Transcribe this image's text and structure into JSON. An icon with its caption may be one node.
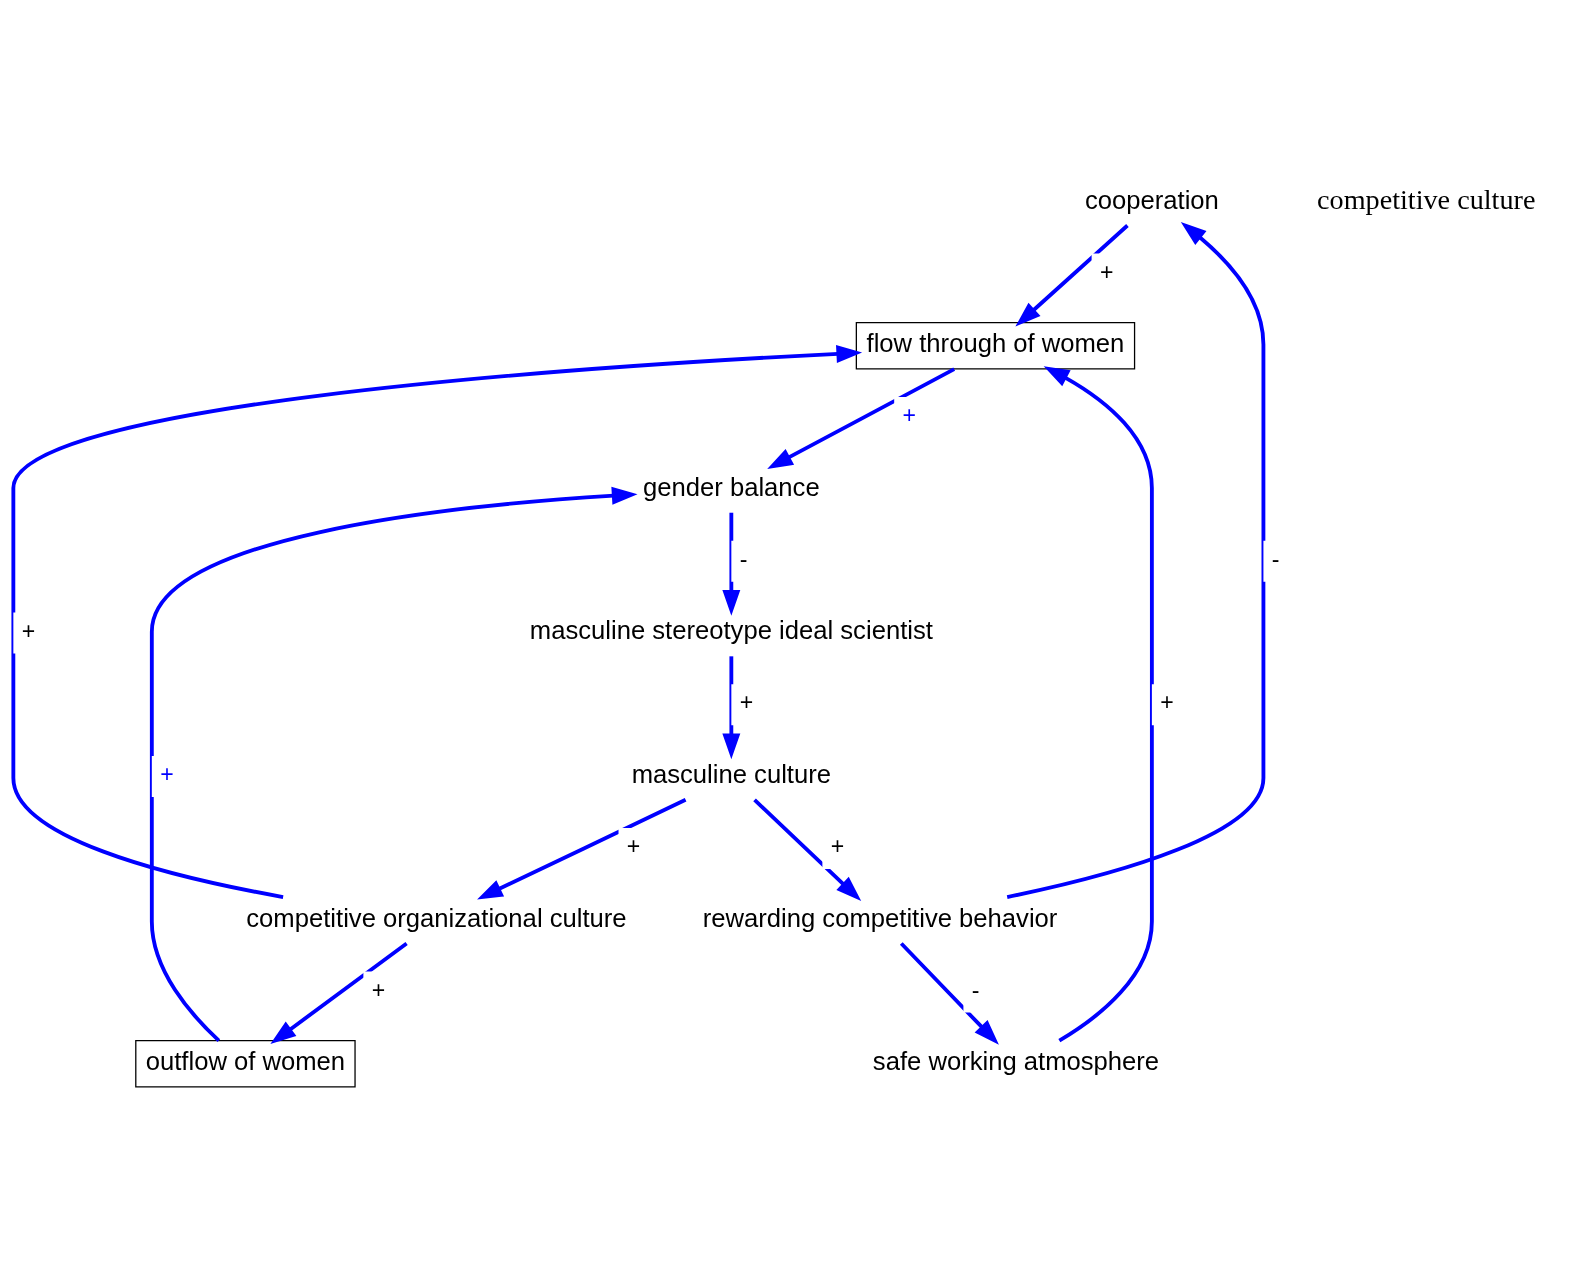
{
  "diagram": {
    "nodes": [
      {
        "text": [
          "cooperation"
        ]
      },
      {
        "text": [
          "safe working atmosphere"
        ]
      },
      {
        "text": [
          "rewarding competitive behavior"
        ]
      },
      {
        "text": [
          "flow through of women"
        ]
      },
      {
        "text": [
          "outflow of women"
        ]
      },
      {
        "text": [
          "competitive organizational culture"
        ]
      },
      {
        "text": [
          "gender balance"
        ]
      },
      {
        "text": [
          "masculine culture"
        ]
      },
      {
        "text": [
          "masculine stereotype ideal scientist"
        ]
      }
    ],
    "edges": [
      {
        "from": 2,
        "to": 0,
        "arrow": "to",
        "label": "-"
      },
      {
        "from": 2,
        "to": 1,
        "arrow": "to",
        "label": "-"
      },
      {
        "from": 0,
        "to": 3,
        "arrow": "to",
        "label": "+"
      },
      {
        "from": 1,
        "to": 3,
        "arrow": "to",
        "label": "+"
      },
      {
        "from": 5,
        "to": 3,
        "arrow": "to",
        "label": "+"
      },
      {
        "from": 5,
        "to": 4,
        "arrow": "to",
        "label": "+"
      },
      {
        "from": 3,
        "to": 6,
        "arrow": "to",
        "label": "+"
      },
      {
        "from": 4,
        "to": 6,
        "arrow": "to",
        "label": "+"
      },
      {
        "from": 6,
        "to": 8,
        "arrow": "to",
        "label": "-"
      },
      {
        "from": 8,
        "to": 7,
        "arrow": "to",
        "label": "+"
      },
      {
        "from": 7,
        "to": 5,
        "arrow": "to",
        "label": "+"
      },
      {
        "from": 7,
        "to": 2,
        "arrow": "to",
        "label": "+"
      }
    ],
    "labels": [
      "competitive culture"
    ]
  }
}
